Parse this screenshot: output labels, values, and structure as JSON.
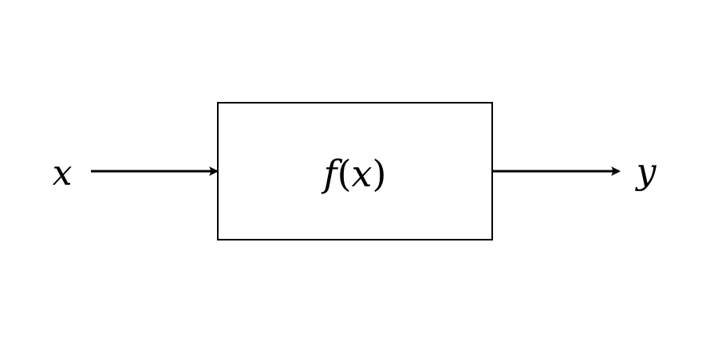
{
  "diagram": {
    "input_label": "x",
    "output_label": "y",
    "block": {
      "func": "f",
      "open_paren": "(",
      "arg": "x",
      "close_paren": ")"
    },
    "stroke_color": "#000000",
    "background_color": "#ffffff"
  }
}
